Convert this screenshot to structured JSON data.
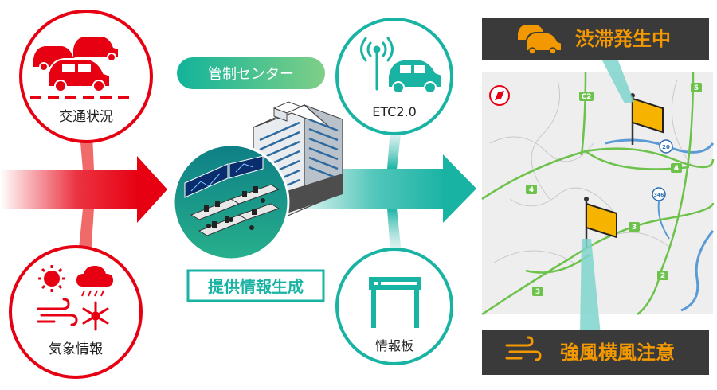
{
  "inputs": {
    "traffic_label": "交通状況",
    "weather_label": "気象情報"
  },
  "center": {
    "title": "管制センター",
    "process_label": "提供情報生成"
  },
  "outputs": {
    "etc_label": "ETC2.0",
    "board_label": "情報板"
  },
  "map": {
    "alert_top": "渋滞発生中",
    "alert_bottom": "強風横風注意",
    "route_labels": [
      "C2",
      "5",
      "20",
      "4",
      "4",
      "346",
      "3",
      "2",
      "3"
    ]
  },
  "colors": {
    "red": "#e60012",
    "teal": "#19b3a3",
    "teal_dark": "#109c8c",
    "orange": "#f39800",
    "map_road": "#6cc24a",
    "map_river": "#5b9bd5",
    "banner_bg": "#3a3a3a"
  }
}
